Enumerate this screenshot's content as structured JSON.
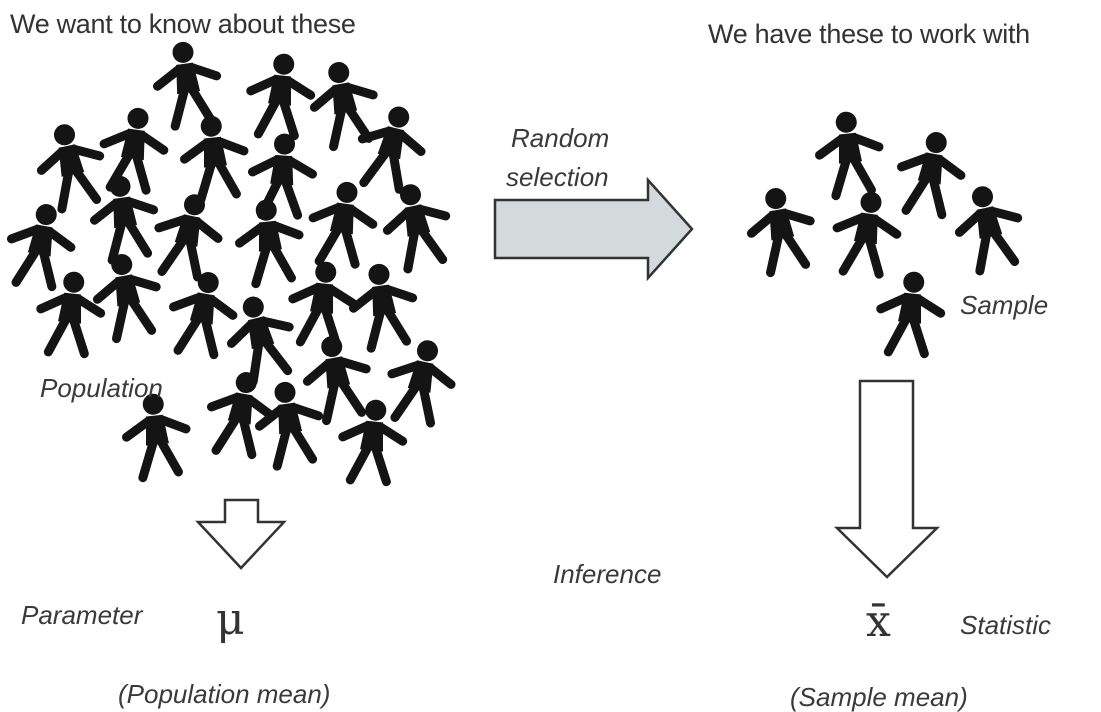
{
  "headers": {
    "left": "We want to know about these",
    "right": "We have these to work with"
  },
  "labels": {
    "arrow": [
      "Random",
      "selection"
    ],
    "population": "Population",
    "sample": "Sample",
    "inference": "Inference",
    "parameter": "Parameter",
    "statistic": "Statistic",
    "population_mean": "(Population mean)",
    "sample_mean": "(Sample mean)"
  },
  "symbols": {
    "parameter": "μ",
    "statistic": "x̄"
  },
  "colors": {
    "figure": "#141414",
    "arrow_fill_grey": "#d4d9dc",
    "arrow_stroke": "#333333"
  },
  "icons": {
    "person": "person-icon"
  }
}
